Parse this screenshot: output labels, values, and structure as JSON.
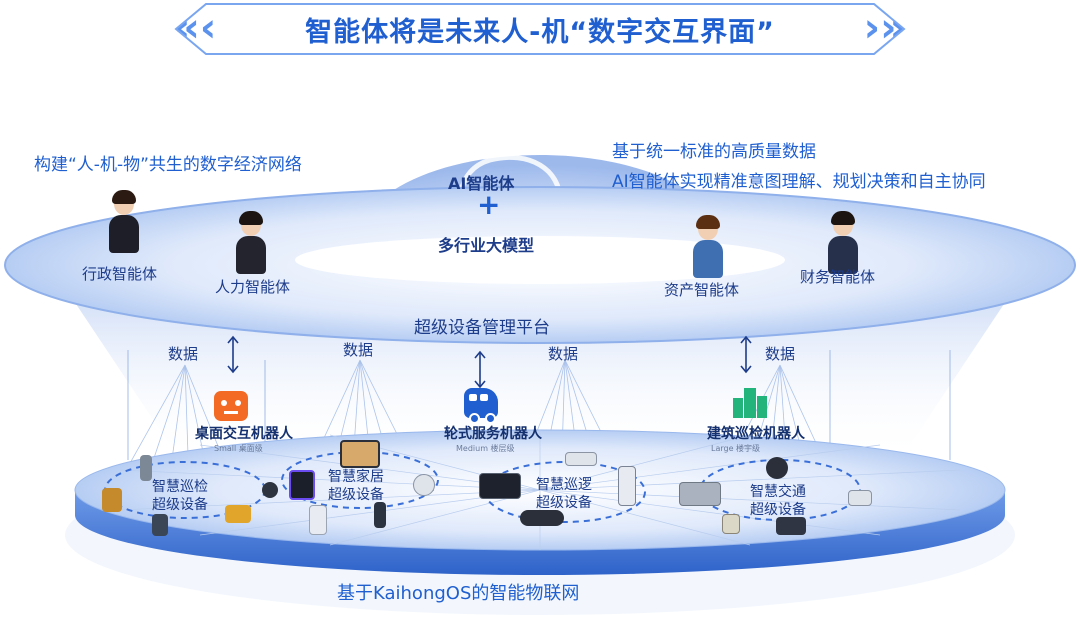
{
  "title": "智能体将是未来人-机“数字交互界面”",
  "top_left": {
    "tagline": "构建“人-机-物”共生的数字经济网络"
  },
  "top_right": {
    "line1": "基于统一标准的高质量数据",
    "line2": "AI智能体实现精准意图理解、规划决策和自主协同"
  },
  "center_head": {
    "line1": "AI智能体",
    "plus": "+",
    "line2": "多行业大模型"
  },
  "agents": [
    {
      "label": "行政智能体"
    },
    {
      "label": "人力智能体"
    },
    {
      "label": "资产智能体"
    },
    {
      "label": "财务智能体"
    }
  ],
  "platform": {
    "label": "超级设备管理平台"
  },
  "data_labels": [
    "数据",
    "数据",
    "数据",
    "数据"
  ],
  "robots": [
    {
      "label": "桌面交互机器人",
      "sub": "Small 桌面级",
      "icon": "robot-head-icon",
      "color": "#f26a23"
    },
    {
      "label": "轮式服务机器人",
      "sub": "Medium 楼层级",
      "icon": "van-icon",
      "color": "#1f5fd0"
    },
    {
      "label": "建筑巡检机器人",
      "sub": "Large 楼宇级",
      "icon": "building-icon",
      "color": "#22b47a"
    }
  ],
  "device_groups": [
    {
      "line1": "智慧巡检",
      "line2": "超级设备"
    },
    {
      "line1": "智慧家居",
      "line2": "超级设备"
    },
    {
      "line1": "智慧巡逻",
      "line2": "超级设备"
    },
    {
      "line1": "智慧交通",
      "line2": "超级设备"
    }
  ],
  "base": {
    "label": "基于KaihongOS的智能物联网"
  }
}
